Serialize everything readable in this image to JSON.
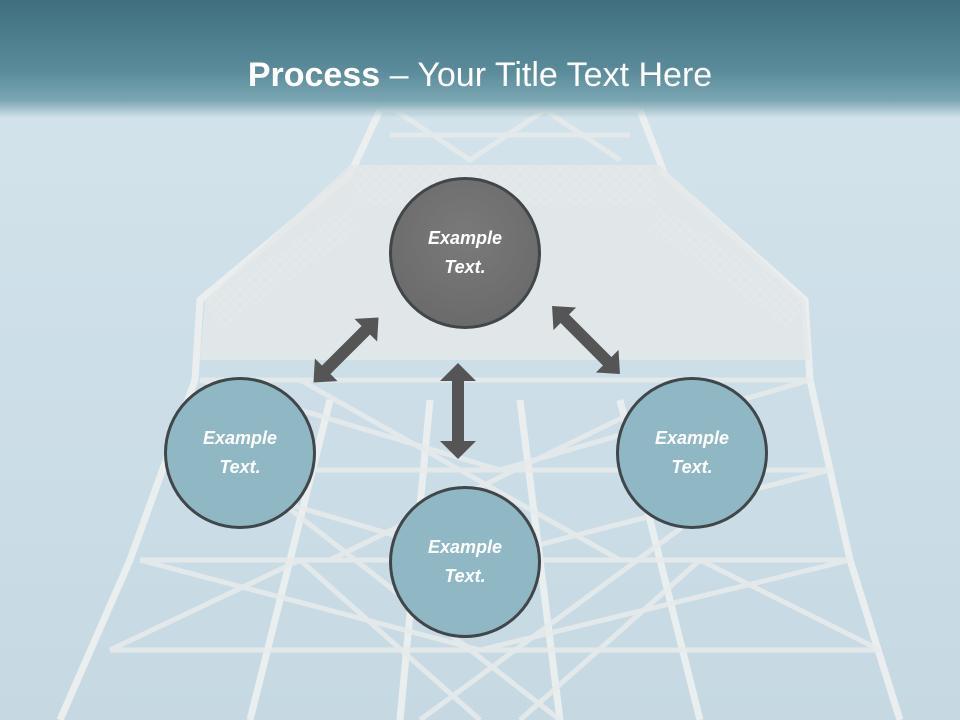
{
  "slide": {
    "title_bold": "Process",
    "title_rest": " – Your Title Text Here"
  },
  "colors": {
    "header_dark": "#3f6f7e",
    "node_center": "#727272",
    "node_outer": "#8fb8c4",
    "node_border": "#40464a",
    "arrow": "#555555",
    "sky": "#c9dce6"
  },
  "nodes": [
    {
      "id": "top",
      "label": "Example Text."
    },
    {
      "id": "left",
      "label": "Example Text."
    },
    {
      "id": "right",
      "label": "Example Text."
    },
    {
      "id": "bottom",
      "label": "Example Text."
    }
  ]
}
